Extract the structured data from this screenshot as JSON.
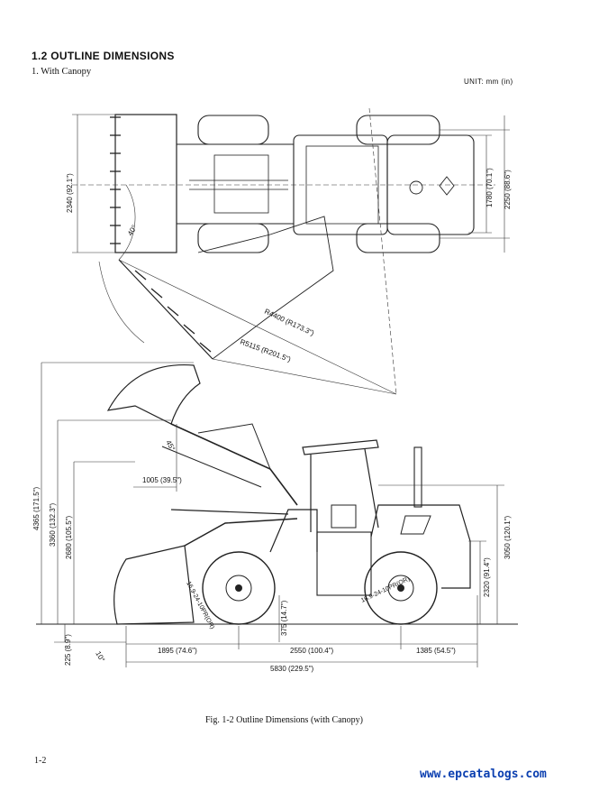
{
  "section_heading": "1.2  OUTLINE DIMENSIONS",
  "subheading": "1.   With Canopy",
  "unit_note": "UNIT: mm (in)",
  "figure_caption": "Fig. 1-2   Outline Dimensions (with Canopy)",
  "page_number": "1-2",
  "watermark": "www.epcatalogs.com",
  "top_view_dims": {
    "bucket_width": "2340 (92.1\")",
    "tread": "1780 (70.1\")",
    "overall_width": "2250 (88.6\")",
    "radius_inner": "R4400 (R173.3\")",
    "radius_outer": "R5115 (R201.5\")",
    "steer_angle": "40°"
  },
  "side_view_dims": {
    "max_pin_height": "4365 (171.5\")",
    "pin_height": "3360 (132.3\")",
    "dump_clearance": "2680 (105.5\")",
    "dump_reach": "1005 (39.5\")",
    "dump_angle": "45°",
    "dig_depth": "225 (8.9\")",
    "rollback_angle": "10°",
    "ground_clearance": "375 (14.7\")",
    "front_overhang": "1895 (74.6\")",
    "wheelbase": "2550 (100.4\")",
    "rear_overhang": "1385 (54.5\")",
    "overall_length": "5830 (229.5\")",
    "hood_height": "2320 (91.4\")",
    "canopy_height": "3050 (120.1\")",
    "tire_size_front": "16.9-24-10PR(OR)",
    "tire_size_rear": "16.9-24-10PR(OR)"
  }
}
